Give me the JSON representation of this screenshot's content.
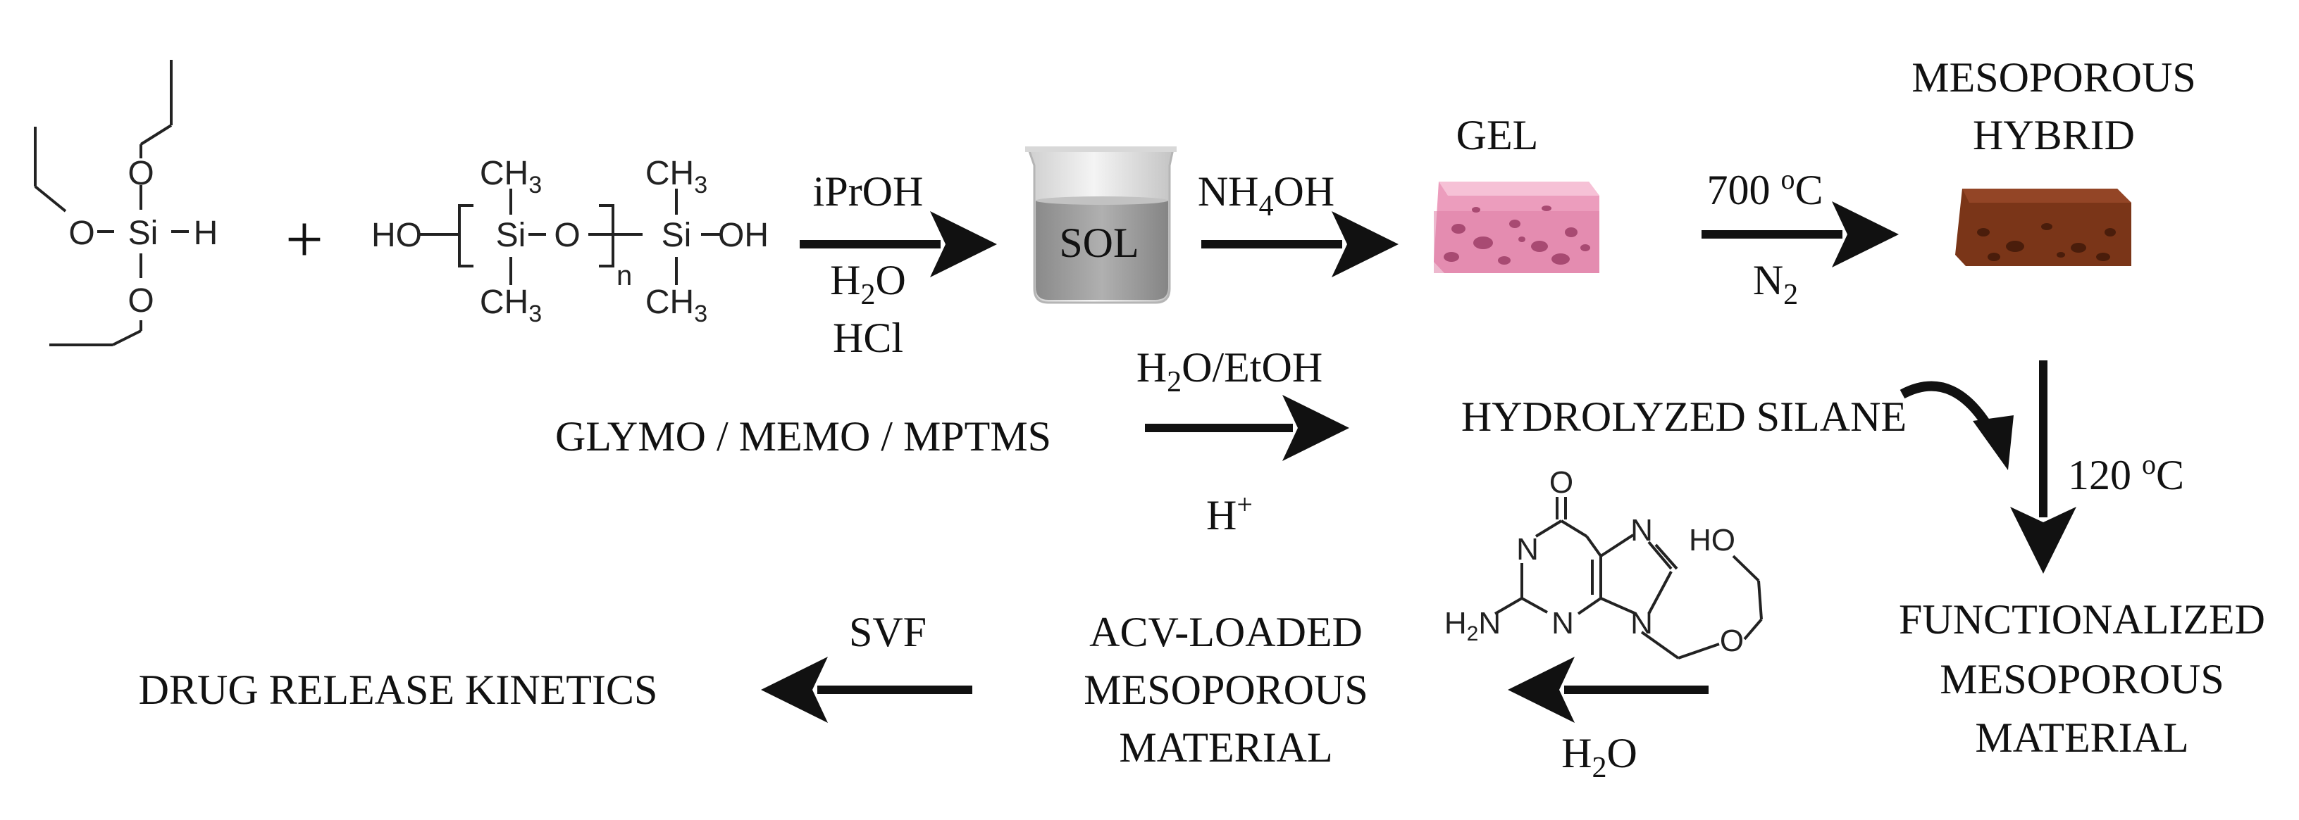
{
  "reagents": {
    "reactant_1": {
      "name": "triethoxysilane",
      "atoms": [
        "O",
        "O",
        "O",
        "Si",
        "H"
      ]
    },
    "plus": "+",
    "reactant_2": {
      "name": "hydroxy-terminated polydimethylsiloxane",
      "left_group": "HO",
      "si_1": "Si",
      "o_bridge": "O",
      "repeat": "n",
      "si_2": "Si",
      "right_group": "OH",
      "methyl": "CH",
      "methyl_sub": "3"
    }
  },
  "steps": {
    "to_sol": {
      "above": "iPrOH",
      "below_1_main": "H",
      "below_1_sub": "2",
      "below_1_end": "O",
      "below_2": "HCl"
    },
    "to_gel": {
      "above_main": "NH",
      "above_sub": "4",
      "above_end": "OH"
    },
    "to_hybrid": {
      "above_main": "700 ",
      "above_sup": "o",
      "above_end": "C",
      "below_main": "N",
      "below_sub": "2"
    },
    "to_hydrolyzed": {
      "above_main": "H",
      "above_sub": "2",
      "above_end": "O/EtOH",
      "below_main": "H",
      "below_sup": "+"
    },
    "to_functionalized": {
      "label_main": "120 ",
      "label_sup": "o",
      "label_end": "C"
    },
    "to_acv": {
      "below_main": "H",
      "below_sub": "2",
      "below_end": "O"
    },
    "to_release": {
      "above": "SVF"
    }
  },
  "products": {
    "sol": "SOL",
    "gel": "GEL",
    "hybrid_line_1": "MESOPOROUS",
    "hybrid_line_2": "HYBRID",
    "silanes": "GLYMO / MEMO / MPTMS",
    "hydrolyzed": "HYDROLYZED SILANE",
    "functionalized_line_1": "FUNCTIONALIZED",
    "functionalized_line_2": "MESOPOROUS",
    "functionalized_line_3": "MATERIAL",
    "acv_line_1": "ACV-LOADED",
    "acv_line_2": "MESOPOROUS",
    "acv_line_3": "MATERIAL",
    "release": "DRUG RELEASE KINETICS"
  },
  "acyclovir": {
    "name": "acyclovir",
    "carbonyl_o": "O",
    "n1": "N",
    "n3": "N",
    "n7": "N",
    "n9": "N",
    "amine_main": "H",
    "amine_sub": "2",
    "amine_end": "N",
    "ether_o": "O",
    "hydroxyl": "HO"
  },
  "colors": {
    "ink": "#111111",
    "gel_pink": "#e58fb0",
    "gel_dark": "#b85a7e",
    "hybrid_brown": "#7a3518",
    "hybrid_dark": "#4a1d0b",
    "sol_liquid": "#9e9e9e",
    "beaker_glass": "#e4e4e4"
  }
}
